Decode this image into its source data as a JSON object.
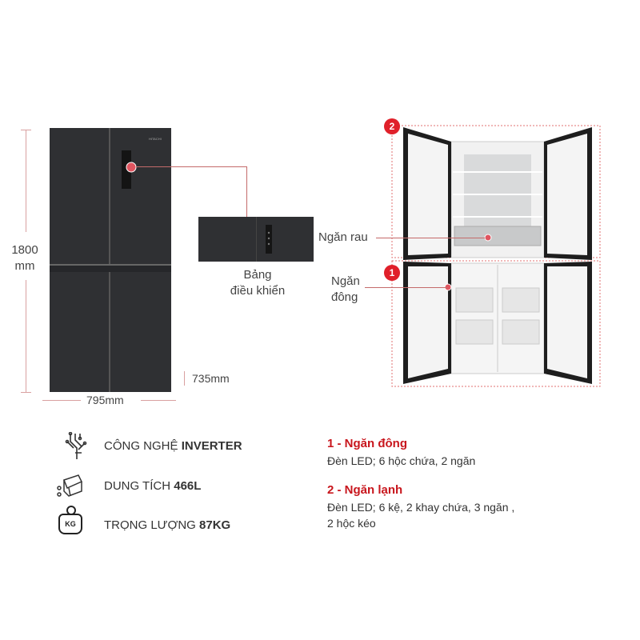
{
  "dimensions": {
    "height": "1800",
    "height_unit": "mm",
    "width": "795mm",
    "depth": "735mm"
  },
  "brand_logo": "HITACHI",
  "callouts": {
    "control_panel_line1": "Bảng",
    "control_panel_line2": "điều khiển",
    "vegetable_drawer": "Ngăn rau",
    "freezer_line1": "Ngăn",
    "freezer_line2": "đông"
  },
  "badges": {
    "fridge": "2",
    "freezer": "1"
  },
  "features": [
    {
      "icon": "inverter-circuit-icon",
      "label": "CÔNG NGHỆ ",
      "value": "INVERTER"
    },
    {
      "icon": "capacity-icon",
      "label": "DUNG TÍCH ",
      "value": "466L"
    },
    {
      "icon": "weight-kg-icon",
      "label": "TRỌNG LƯỢNG ",
      "value": "87KG",
      "icon_text": "KG"
    }
  ],
  "sections": [
    {
      "title": "1 - Ngăn đông",
      "desc": "Đèn LED; 6 hộc chứa, 2 ngăn"
    },
    {
      "title": "2 - Ngăn lạnh",
      "desc": "Đèn LED; 6 kệ, 2 khay chứa, 3 ngăn ,",
      "desc2": "2 hộc kéo"
    }
  ],
  "colors": {
    "accent": "#c8161d",
    "fridge_body": "#2f3033",
    "dimension_line": "#d9a0a0"
  }
}
